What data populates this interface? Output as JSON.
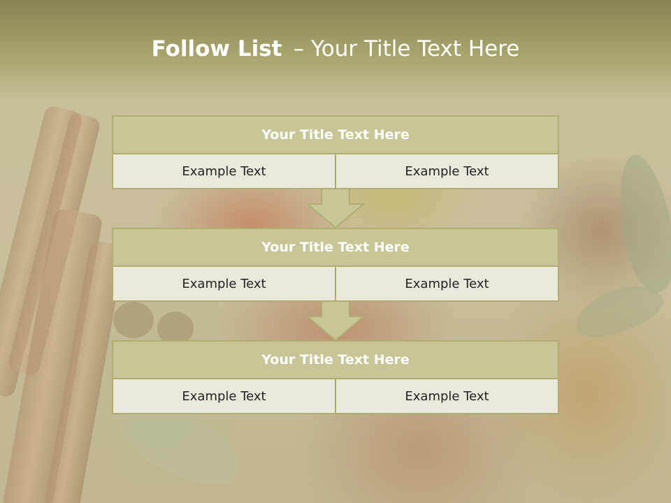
{
  "slide": {
    "title_bold": "Follow List",
    "title_separator": "–",
    "title_rest": "Your Title Text Here"
  },
  "blocks": [
    {
      "title": "Your Title Text Here",
      "cells": [
        "Example Text",
        "Example Text"
      ]
    },
    {
      "title": "Your Title Text Here",
      "cells": [
        "Example Text",
        "Example Text"
      ]
    },
    {
      "title": "Your Title Text Here",
      "cells": [
        "Example Text",
        "Example Text"
      ]
    }
  ],
  "colors": {
    "header_band": "#868253",
    "block_title_fill": "#c8c596",
    "block_border": "#b0ad73",
    "cell_fill": "#ebe9dc",
    "arrow_fill": "#c8c596"
  }
}
